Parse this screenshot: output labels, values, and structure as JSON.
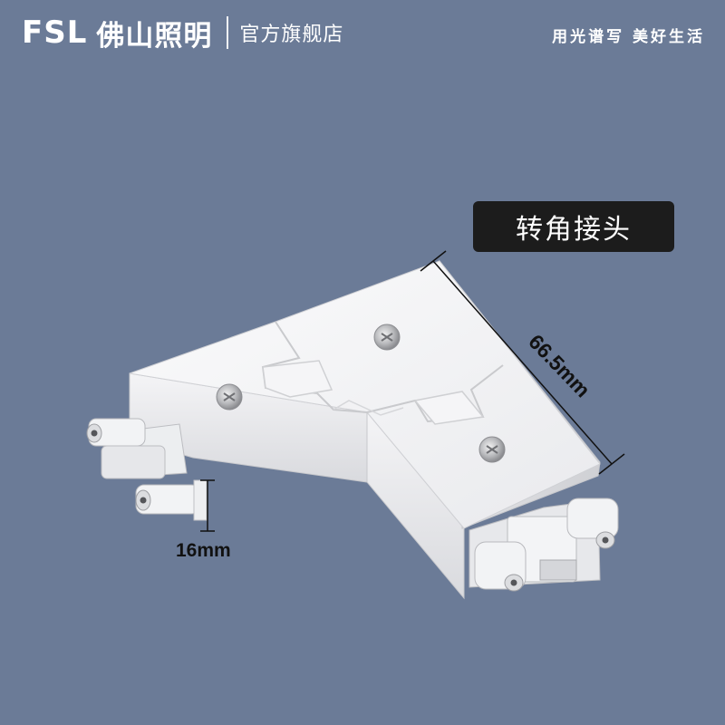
{
  "header": {
    "brand_latin": "FSL",
    "brand_cn": "佛山照明",
    "store_name": "官方旗舰店",
    "slogan": "用光谱写 美好生活"
  },
  "product": {
    "label": "转角接头",
    "width_dimension": "16mm",
    "length_dimension": "66.5mm"
  },
  "colors": {
    "background": "#6b7b97",
    "label_background": "#1c1c1c",
    "text_light": "#ffffff",
    "dimension_text": "#111111"
  }
}
